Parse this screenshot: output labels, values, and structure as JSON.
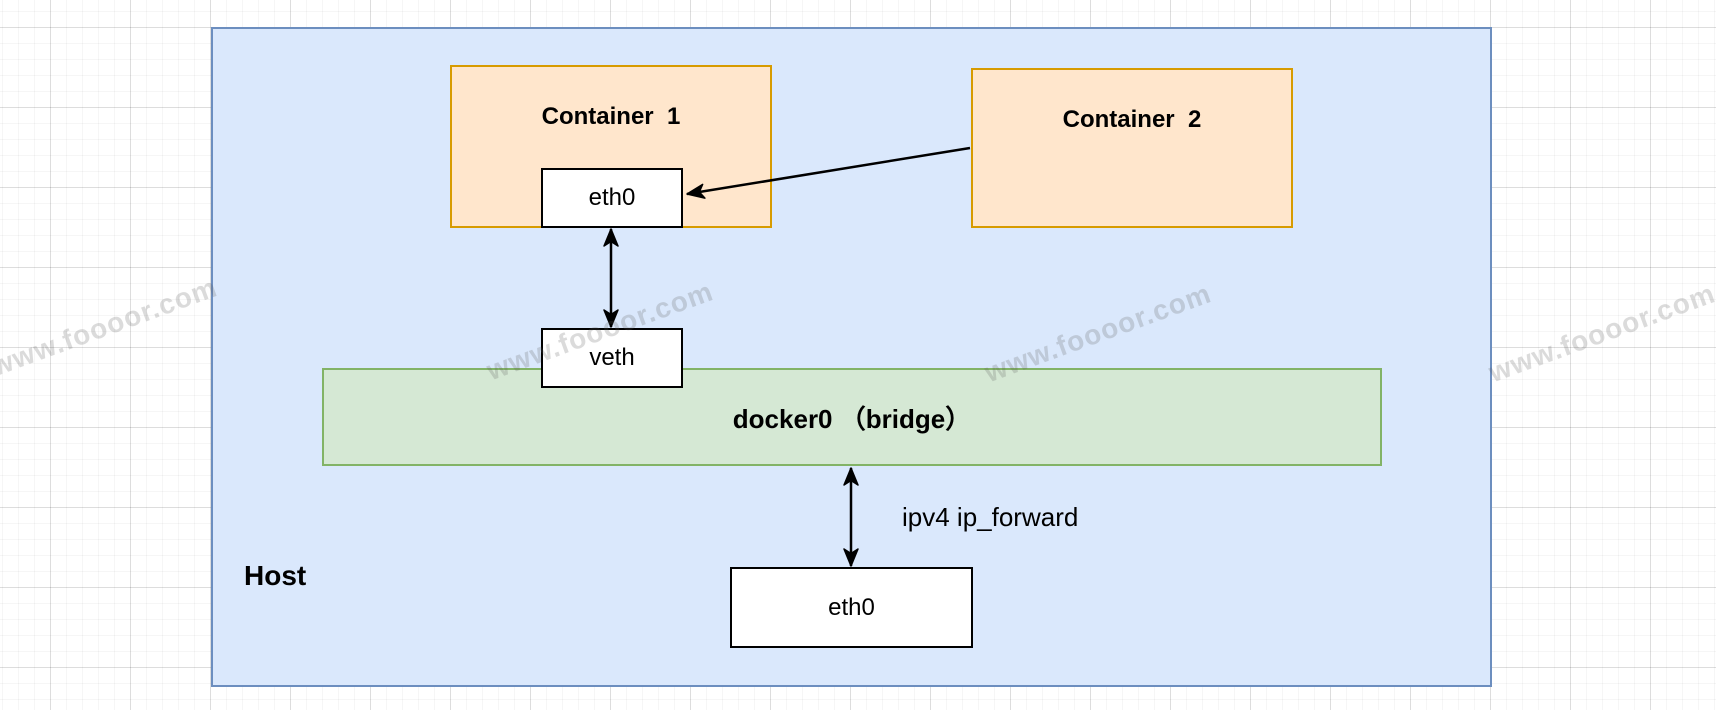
{
  "diagram": {
    "host_label": "Host",
    "container1_label": "Container  1",
    "container1_eth0_label": "eth0",
    "container2_label": "Container  2",
    "veth_label": "veth",
    "bridge_label": "docker0 （bridge）",
    "host_eth0_label": "eth0",
    "ip_forward_label": "ipv4 ip_forward",
    "watermark_text": "www.foooor.com",
    "colors": {
      "host_fill": "#dae8fc",
      "host_border": "#6c8ebf",
      "container_fill": "#ffe6cc",
      "container_border": "#d79b00",
      "bridge_fill": "#d5e8d4",
      "bridge_border": "#82b366",
      "node_fill": "#ffffff",
      "node_border": "#000000",
      "arrow": "#000000",
      "watermark": "#a9a9a9"
    }
  }
}
